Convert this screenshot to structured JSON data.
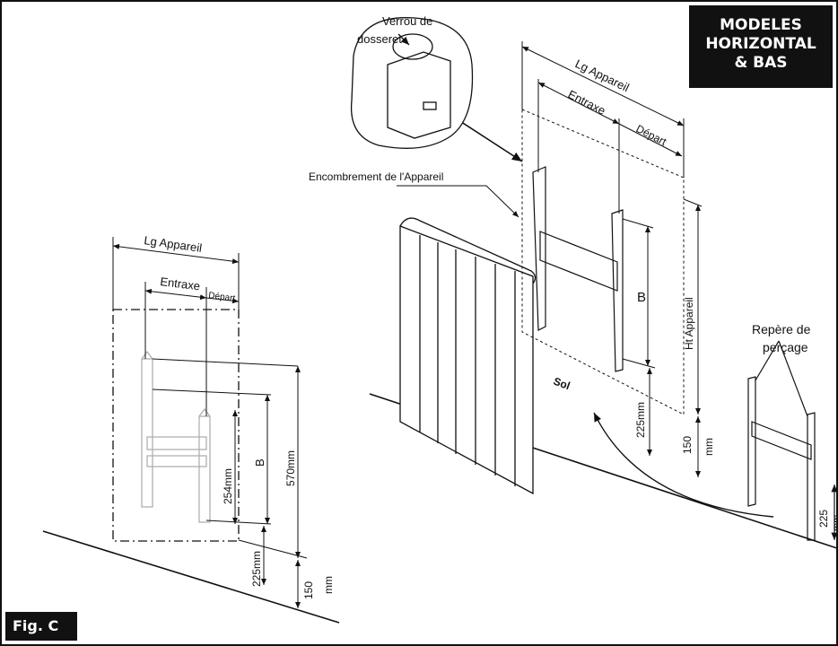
{
  "title": {
    "line1": "MODELES",
    "line2": "HORIZONTAL",
    "line3": "& BAS"
  },
  "figure_label": "Fig. C",
  "right_view": {
    "lock_label_1": "Verrou de",
    "lock_label_2": "dosseret",
    "lg_appareil": "Lg   Appareil",
    "entraxe": "Entraxe",
    "depart": "Départ",
    "encombrement": "Encombrement de l'Appareil",
    "b": "B",
    "ht_appareil": "Ht Appareil",
    "sol": "Sol",
    "dim_225": "225mm",
    "dim_150": "150",
    "dim_150_unit": "mm",
    "repere_1": "Repère de",
    "repere_2": "perçage",
    "dim_225_small": "225",
    "dim_225_small_unit": "mm"
  },
  "left_view": {
    "lg_appareil": "Lg   Appareil",
    "entraxe": "Entraxe",
    "depart": "Départ",
    "dim_254": "254mm",
    "b": "B",
    "dim_570": "570mm",
    "dim_225": "225mm",
    "dim_150": "150",
    "dim_150_unit": "mm"
  }
}
